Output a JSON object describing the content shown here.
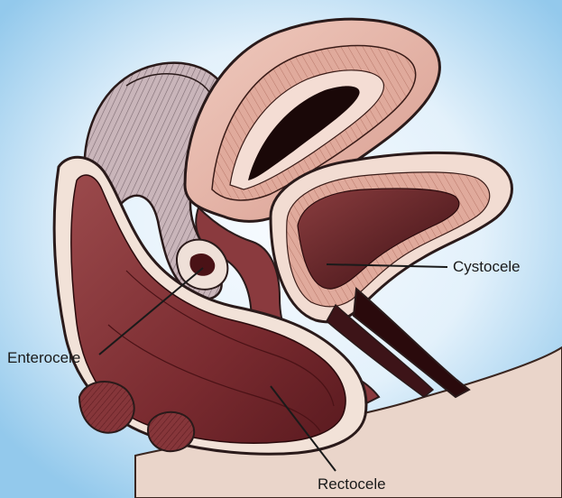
{
  "labels": {
    "cystocele": "Cystocele",
    "enterocele": "Enterocele",
    "rectocele": "Rectocele"
  },
  "colors": {
    "background_light": "#dff0fb",
    "background_edge": "#8fc7ea",
    "tissue_pink": "#e3b2a6",
    "tissue_light": "#f1d6cc",
    "tissue_dark": "#7a2b2f",
    "tissue_deep": "#4a1216",
    "intestine_gray": "#b9a7ad",
    "outline": "#2a1a1a",
    "skin": "#ecd8cd"
  }
}
